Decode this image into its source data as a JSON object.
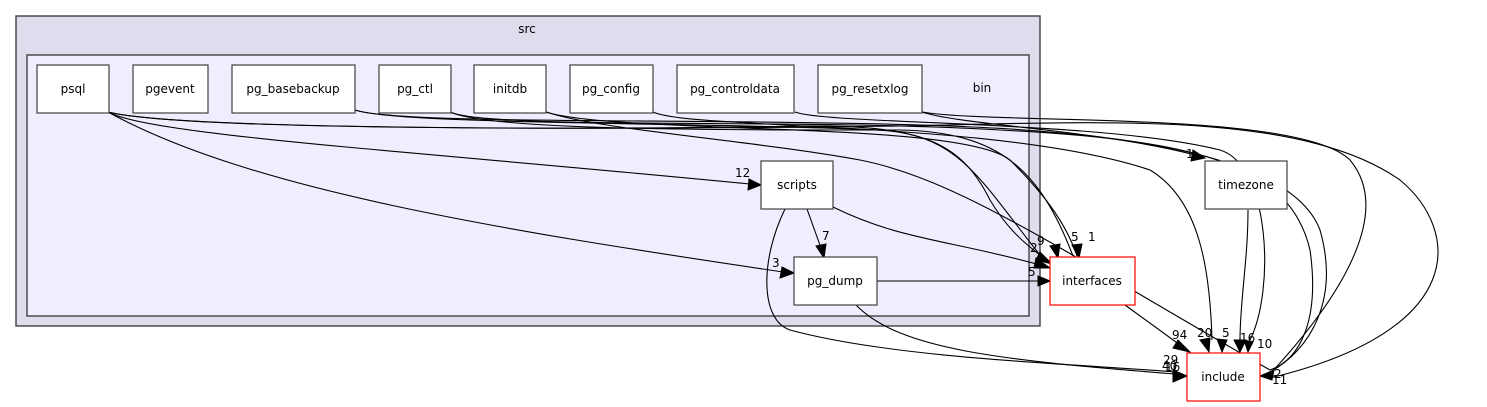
{
  "clusters": {
    "outer": {
      "label": "src"
    },
    "inner": {
      "label": "bin"
    }
  },
  "nodes": {
    "psql": "psql",
    "pgevent": "pgevent",
    "pg_basebackup": "pg_basebackup",
    "pg_ctl": "pg_ctl",
    "initdb": "initdb",
    "pg_config": "pg_config",
    "pg_controldata": "pg_controldata",
    "pg_resetxlog": "pg_resetxlog",
    "scripts": "scripts",
    "pg_dump": "pg_dump",
    "timezone": "timezone",
    "interfaces": "interfaces",
    "include": "include"
  },
  "external_node_color": "#ff0000",
  "edge_labels": {
    "psql_scripts": "12",
    "psql_pg_dump": "3",
    "scripts_pg_dump": "7",
    "scripts_interfaces": "2",
    "interfaces_in_9": "9",
    "interfaces_in_5a": "5",
    "interfaces_in_1": "1",
    "pg_dump_interfaces": "5",
    "timezone_in": "1",
    "interfaces_include": "94",
    "include_20": "20",
    "include_5": "5",
    "include_16": "16",
    "include_10": "10",
    "include_29": "29",
    "include_40": "40",
    "include_16b": "16",
    "include_2": "2",
    "include_11": "11"
  }
}
